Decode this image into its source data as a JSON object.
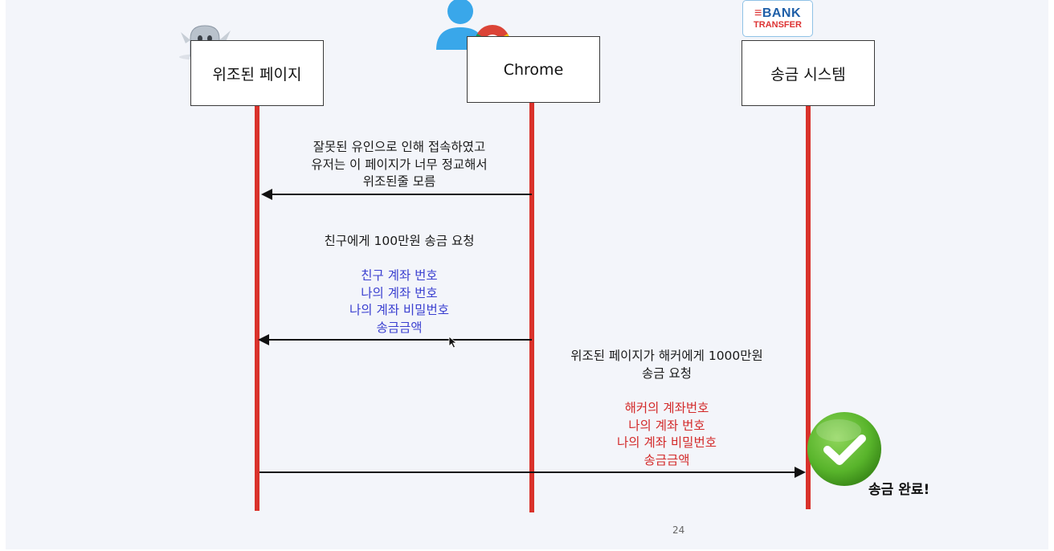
{
  "participants": [
    {
      "name": "위조된 페이지"
    },
    {
      "name": "Chrome"
    },
    {
      "name": "송금 시스템"
    }
  ],
  "bank_logo": {
    "line1_mark": "≡",
    "line1": "BANK",
    "line2": "TRANSFER"
  },
  "messages": [
    {
      "lines": [
        "잘못된 유인으로 인해 접속하였고",
        "유저는 이 페이지가 너무 정교해서",
        "위조된줄 모름"
      ]
    },
    {
      "title": "친구에게 100만원 송금 요청",
      "details": [
        "친구 계좌 번호",
        "나의 계좌 번호",
        "나의 계좌 비밀번호",
        "송금금액"
      ]
    },
    {
      "lines": [
        "위조된 페이지가 해커에게 1000만원",
        "송금 요청"
      ],
      "details": [
        "해커의 계좌번호",
        "나의 계좌 번호",
        "나의 계좌 비밀번호",
        "송금금액"
      ]
    }
  ],
  "result": {
    "label": "송금 완료!"
  },
  "page_number": "24",
  "colors": {
    "lifeline": "#d9322b",
    "detail_blue": "#3a3fd0",
    "detail_red": "#d32a2a",
    "check_green": "#58b42b"
  },
  "icons": [
    "ghost-icon",
    "user-icon",
    "chrome-logo-icon",
    "bank-transfer-logo",
    "check-icon",
    "mouse-cursor-icon"
  ]
}
